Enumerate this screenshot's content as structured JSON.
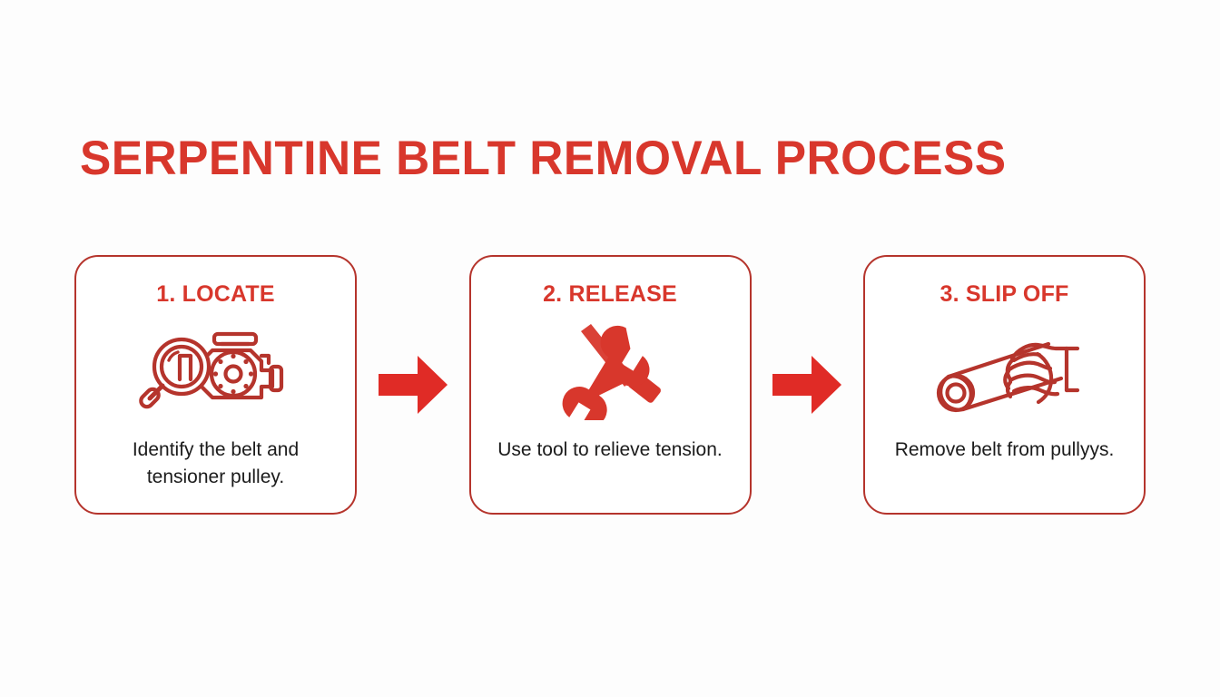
{
  "page": {
    "title": "SERPENTINE BELT REMOVAL PROCESS",
    "background_color": "#FDFDFD",
    "accent_color": "#D8372C",
    "card_border_color": "#B5342C",
    "text_color": "#1B1B1B"
  },
  "steps": [
    {
      "heading": "1. LOCATE",
      "caption": "Identify the belt and tensioner pulley.",
      "icon_name": "magnifier-engine-icon"
    },
    {
      "heading": "2. RELEASE",
      "caption": "Use tool to relieve tension.",
      "icon_name": "wrench-tool-icon"
    },
    {
      "heading": "3. SLIP OFF",
      "caption": "Remove belt from pullyys.",
      "icon_name": "hand-belt-icon"
    }
  ],
  "connectors": [
    {
      "icon_name": "arrow-right-icon"
    },
    {
      "icon_name": "arrow-right-icon"
    }
  ]
}
